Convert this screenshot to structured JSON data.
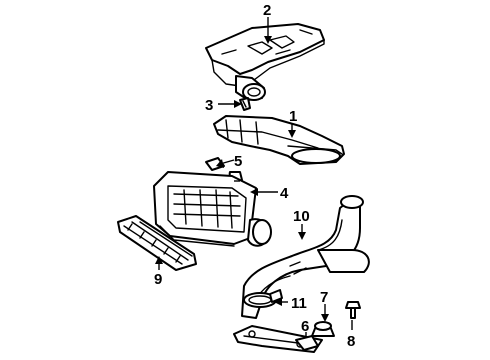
{
  "diagram": {
    "background": "#ffffff",
    "ink": "#000000",
    "callouts": [
      "1",
      "2",
      "3",
      "4",
      "5",
      "6",
      "7",
      "8",
      "9",
      "10",
      "11"
    ]
  }
}
